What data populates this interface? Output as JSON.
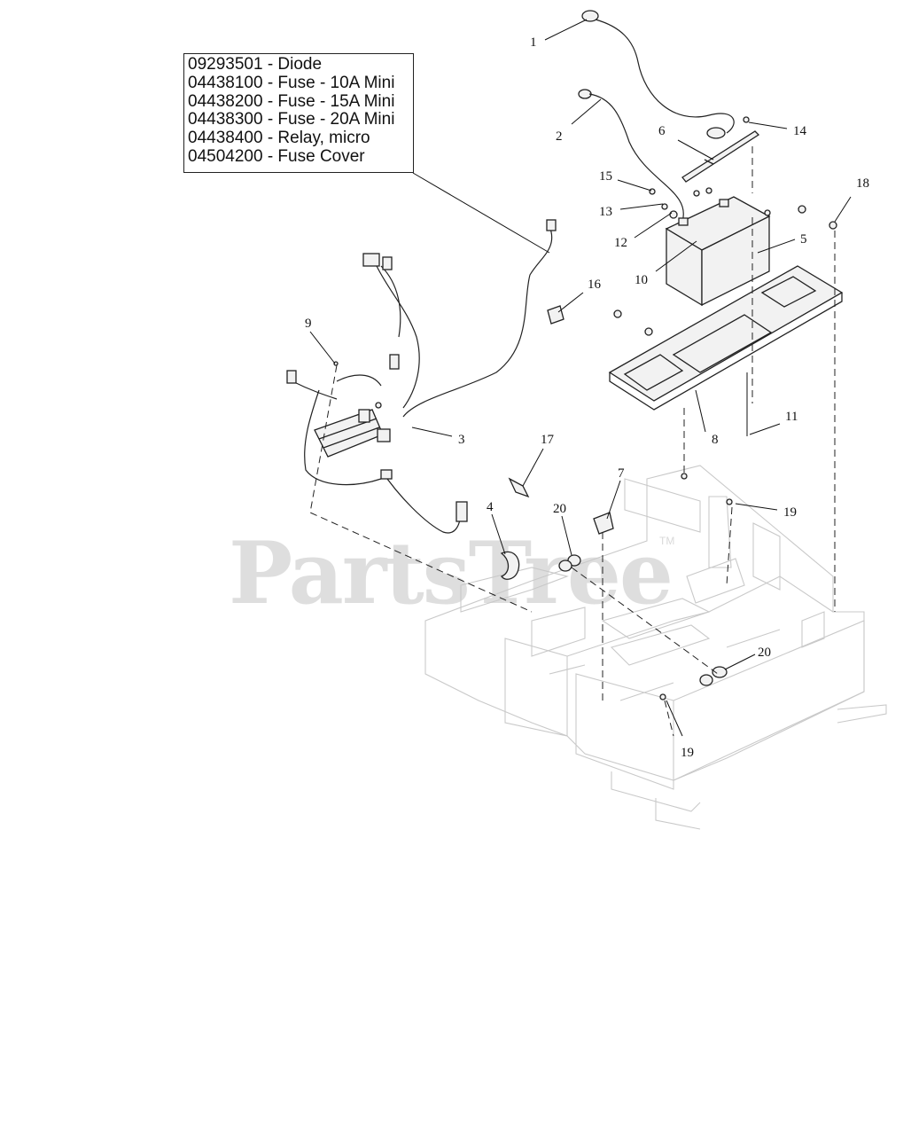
{
  "legend": {
    "lines": [
      "09293501 - Diode",
      "04438100 - Fuse - 10A Mini",
      "04438200 - Fuse - 15A Mini",
      "04438300 - Fuse - 20A Mini",
      "04438400 - Relay, micro",
      "04504200 - Fuse Cover"
    ]
  },
  "callouts": {
    "c1": "1",
    "c2": "2",
    "c3": "3",
    "c4": "4",
    "c5": "5",
    "c6": "6",
    "c7": "7",
    "c8": "8",
    "c9": "9",
    "c10": "10",
    "c11": "11",
    "c12": "12",
    "c13": "13",
    "c14": "14",
    "c15": "15",
    "c16": "16",
    "c17": "17",
    "c18": "18",
    "c19a": "19",
    "c19b": "19",
    "c20a": "20",
    "c20b": "20"
  },
  "watermark": {
    "text": "PartsTree",
    "tm": "TM"
  }
}
